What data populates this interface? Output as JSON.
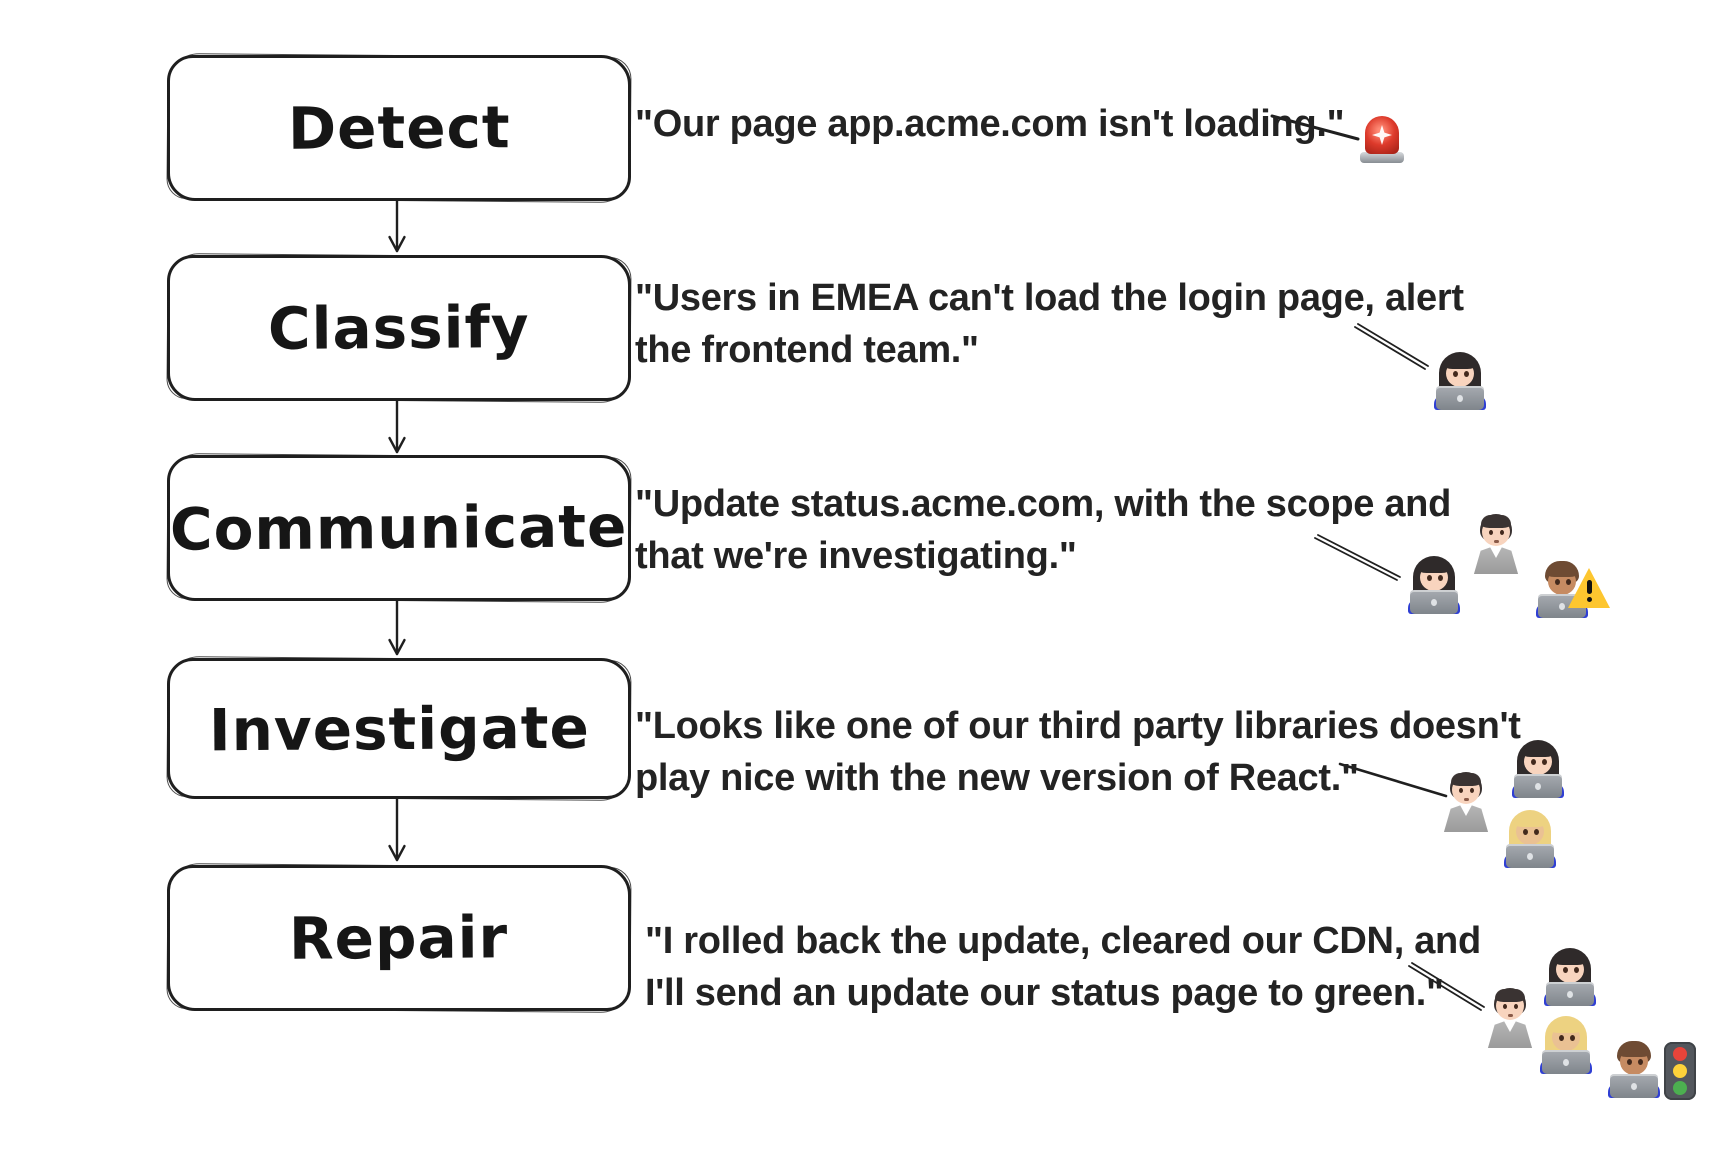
{
  "stages": [
    {
      "label": "Detect",
      "quote_lines": [
        "\"Our page app.acme.com isn't loading.\""
      ],
      "emojis": [
        "police-car-revolving-light"
      ]
    },
    {
      "label": "Classify",
      "quote_lines": [
        "\"Users in EMEA can't load the login page, alert",
        "the frontend team.\""
      ],
      "emojis": [
        "woman-technologist"
      ]
    },
    {
      "label": "Communicate",
      "quote_lines": [
        "\"Update status.acme.com, with the scope and",
        "that we're investigating.\""
      ],
      "emojis": [
        "woman-technologist",
        "office-worker",
        "man-technologist-medium-skin",
        "warning-sign"
      ]
    },
    {
      "label": "Investigate",
      "quote_lines": [
        "\"Looks like one of our third party libraries doesn't",
        "play nice with the new version of React.\""
      ],
      "emojis": [
        "office-worker",
        "woman-technologist",
        "blonde-woman-technologist"
      ]
    },
    {
      "label": "Repair",
      "quote_lines": [
        "\"I rolled back the update, cleared our CDN, and",
        "I'll send an update our status page to green.\""
      ],
      "emojis": [
        "office-worker",
        "woman-technologist",
        "blonde-woman-technologist",
        "man-technologist-medium-skin",
        "vertical-traffic-light"
      ]
    }
  ],
  "colors": {
    "ink": "#1f1f1f",
    "skin_light": "#f8d4be",
    "skin_medium_light": "#eac193",
    "skin_medium": "#c68b62",
    "hair_black": "#2f2a2a",
    "hair_dark": "#3a3332",
    "hair_blonde": "#edd281",
    "hair_brown": "#6e4b33",
    "laptop_top": "#a7abb1",
    "laptop_bottom": "#7f858b",
    "shirt_blue": "#2f3fd3",
    "suit_gray": "#b6b6b6",
    "collar_white": "#ffffff",
    "siren_red": "#dd3a2b",
    "warning_yellow": "#fdc62f",
    "tl_red": "#e8443a",
    "tl_amber": "#fdd23a",
    "tl_green": "#4caf50",
    "tl_body": "#53575d"
  }
}
